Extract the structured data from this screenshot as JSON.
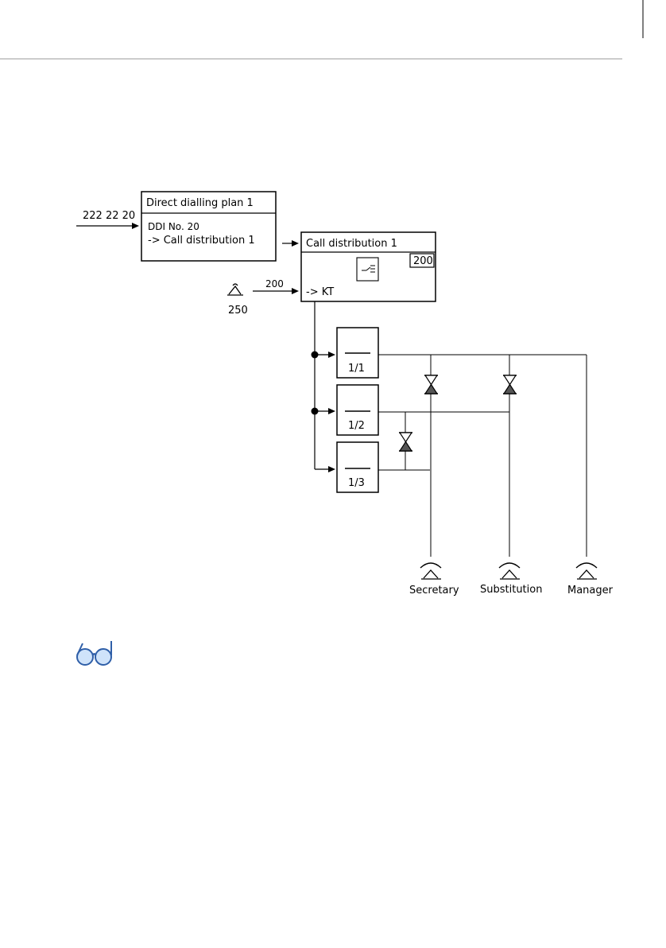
{
  "incoming_number": "222 22 20",
  "ddi_plan": {
    "title": "Direct dialling plan 1",
    "line1": "DDI No. 20",
    "line2": "-> Call distribution 1"
  },
  "call_distribution": {
    "title": "Call distribution 1",
    "number": "200",
    "target": "-> KT"
  },
  "internal_caller": {
    "dialled": "200",
    "extension": "250"
  },
  "ports": [
    {
      "label": "1/1"
    },
    {
      "label": "1/2"
    },
    {
      "label": "1/3"
    }
  ],
  "phones": {
    "secretary": "Secretary",
    "substitution": "Substitution",
    "manager": "Manager"
  },
  "colors": {
    "line": "#000000",
    "header_rule": "#999999",
    "timer_fill": "#555555",
    "glasses": "#5a8fd6"
  }
}
